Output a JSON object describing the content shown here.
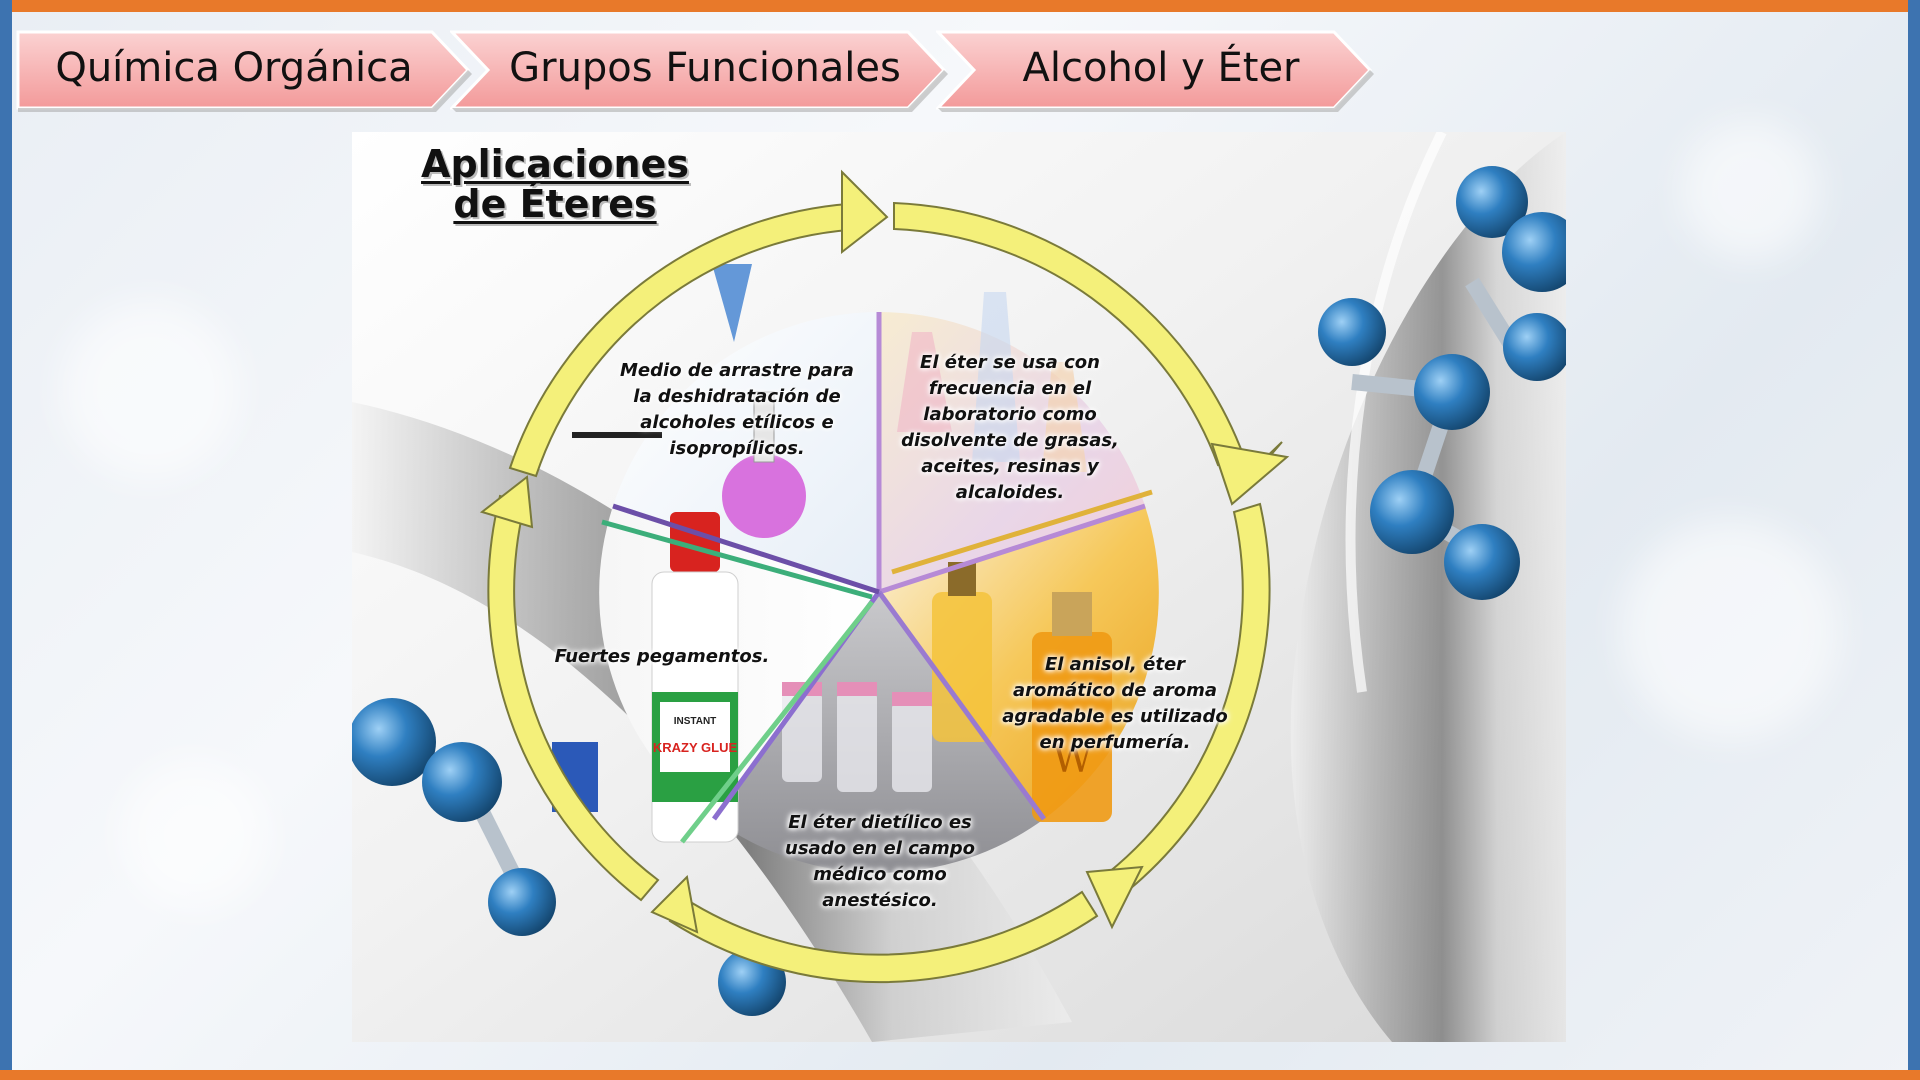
{
  "breadcrumb": {
    "items": [
      {
        "label": "Química Orgánica"
      },
      {
        "label": "Grupos Funcionales"
      },
      {
        "label": "Alcohol y Éter"
      }
    ]
  },
  "figure": {
    "title": "Aplicaciones de Éteres",
    "segments": [
      {
        "text": "El éter se usa con frecuencia en el laboratorio como disolvente de grasas, aceites, resinas y alcaloides."
      },
      {
        "text": "El anisol, éter aromático de aroma agradable es utilizado en perfumería."
      },
      {
        "text": "El éter dietílico es usado en el campo médico como anestésico."
      },
      {
        "text": "Fuertes pegamentos."
      },
      {
        "text": "Medio de arrastre para la deshidratación de alcoholes etílicos e isopropílicos."
      }
    ],
    "product_labels": {
      "glue_brand": "KRAZY GLUE",
      "glue_tag": "INSTANT",
      "perfume_mark": "W"
    }
  },
  "colors": {
    "frame_blue": "#3d73b0",
    "frame_orange": "#e8792a",
    "crumb_pink": "#f7b5b5",
    "arrow_yellow": "#f4f07a",
    "molecule_blue": "#2f7fc1"
  }
}
